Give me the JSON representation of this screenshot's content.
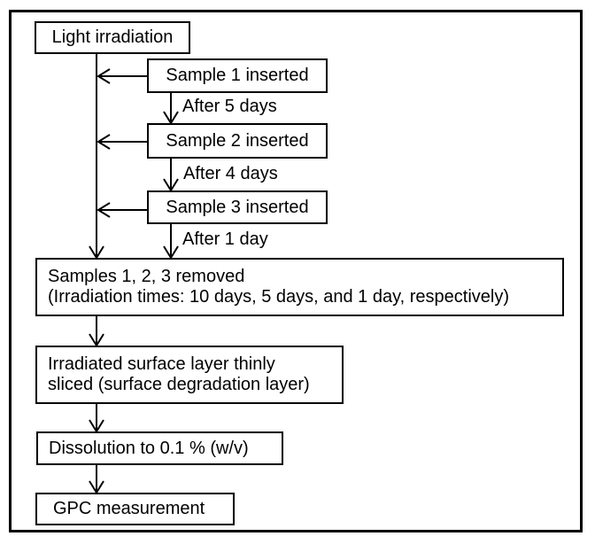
{
  "diagram": {
    "background": "#ffffff",
    "line_color": "#000000",
    "nodes": {
      "light": {
        "label": "Light irradiation"
      },
      "sample1": {
        "label": "Sample 1 inserted"
      },
      "sample2": {
        "label": "Sample 2 inserted"
      },
      "sample3": {
        "label": "Sample 3 inserted"
      },
      "removed": {
        "line1": "Samples 1, 2, 3 removed",
        "line2": "(Irradiation times: 10 days, 5 days, and 1 day, respectively)"
      },
      "sliced": {
        "line1": "Irradiated surface layer thinly",
        "line2": "sliced (surface degradation layer)"
      },
      "dissolution": {
        "label": "Dissolution to 0.1 % (w/v)"
      },
      "gpc": {
        "label": "GPC measurement"
      }
    },
    "edge_labels": {
      "after5": "After 5 days",
      "after4": "After 4 days",
      "after1": "After 1 day"
    }
  }
}
